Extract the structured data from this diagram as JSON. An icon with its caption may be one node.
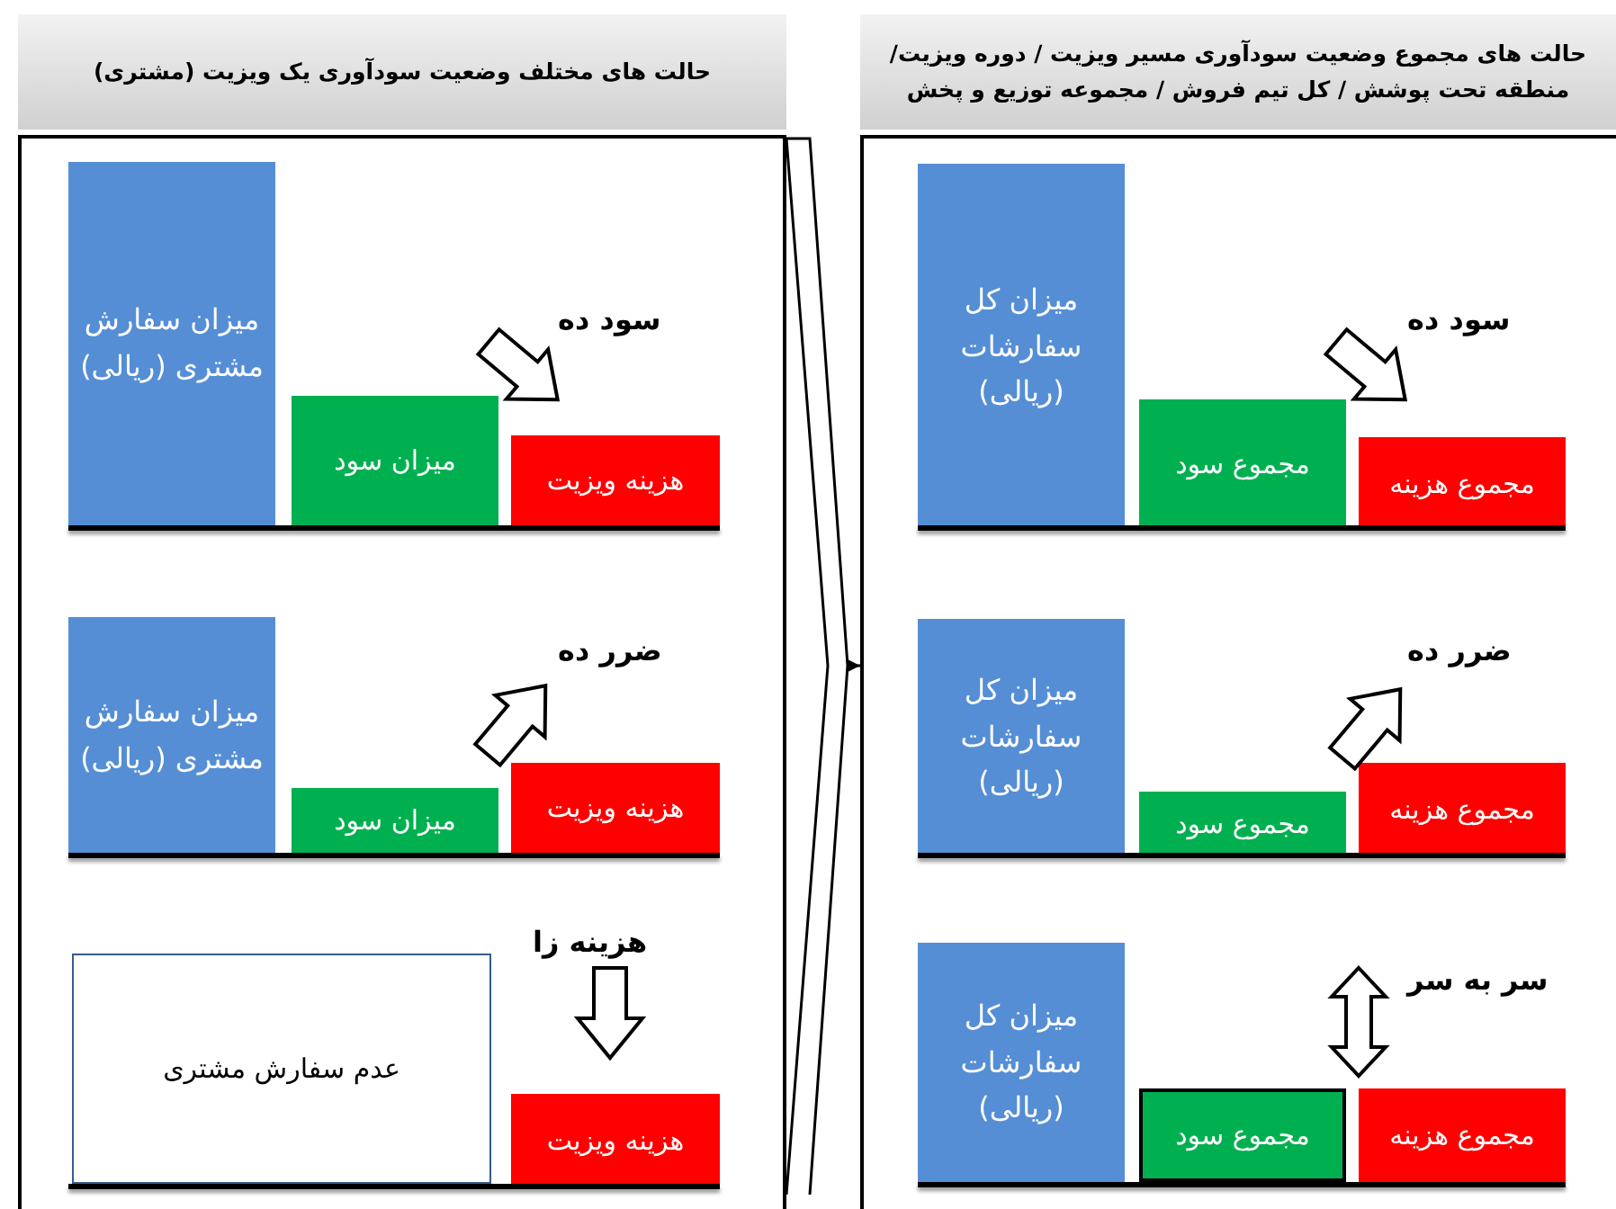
{
  "diagram": {
    "nodes": [
      {
        "text": [
          "حالت های مختلف وضعیت سودآوری یک ویزیت (مشتری)"
        ]
      },
      {
        "text": [
          "حالت های مجموع وضعیت سودآوری مسیر ویزیت / دوره ویزیت/ منطقه تحت پوشش / کل تیم فروش / مجموعه توزیع و پخش"
        ]
      },
      {
        "text": [],
        "shape": "box"
      },
      {
        "text": [],
        "shape": "box"
      },
      {
        "text": [
          "میزان سفارش مشتری (ریالی)"
        ],
        "in": 2
      },
      {
        "text": [
          "میزان سود"
        ],
        "in": 2
      },
      {
        "text": [
          "هزینه ویزیت"
        ],
        "in": 2
      },
      {
        "text": [
          "میزان سفارش مشتری (ریالی)"
        ],
        "in": 2
      },
      {
        "text": [
          "میزان سود"
        ],
        "in": 2
      },
      {
        "text": [
          "هزینه ویزیت"
        ],
        "in": 2
      },
      {
        "text": [
          "عدم سفارش مشتری"
        ],
        "in": 2
      },
      {
        "text": [
          "هزینه ویزیت"
        ],
        "in": 2
      },
      {
        "text": [
          "میزان کل سفارشات (ریالی)"
        ],
        "in": 3
      },
      {
        "text": [
          "مجموع سود"
        ],
        "in": 3
      },
      {
        "text": [
          "مجموع هزینه"
        ],
        "in": 3
      },
      {
        "text": [
          "میزان کل سفارشات (ریالی)"
        ],
        "in": 3
      },
      {
        "text": [
          "مجموع سود"
        ],
        "in": 3
      },
      {
        "text": [
          "مجموع هزینه"
        ],
        "in": 3
      },
      {
        "text": [
          "میزان کل سفارشات (ریالی)"
        ],
        "in": 3
      },
      {
        "text": [
          "مجموع سود"
        ],
        "in": 3
      },
      {
        "text": [
          "مجموع هزینه"
        ],
        "in": 3
      }
    ],
    "edges": [
      {
        "from": 2,
        "to": 3,
        "arrow": "to"
      }
    ],
    "labels": [
      "سود ده",
      "ضرر ده",
      "هزینه زا",
      "سود ده",
      "ضرر ده",
      "سر به سر"
    ]
  }
}
